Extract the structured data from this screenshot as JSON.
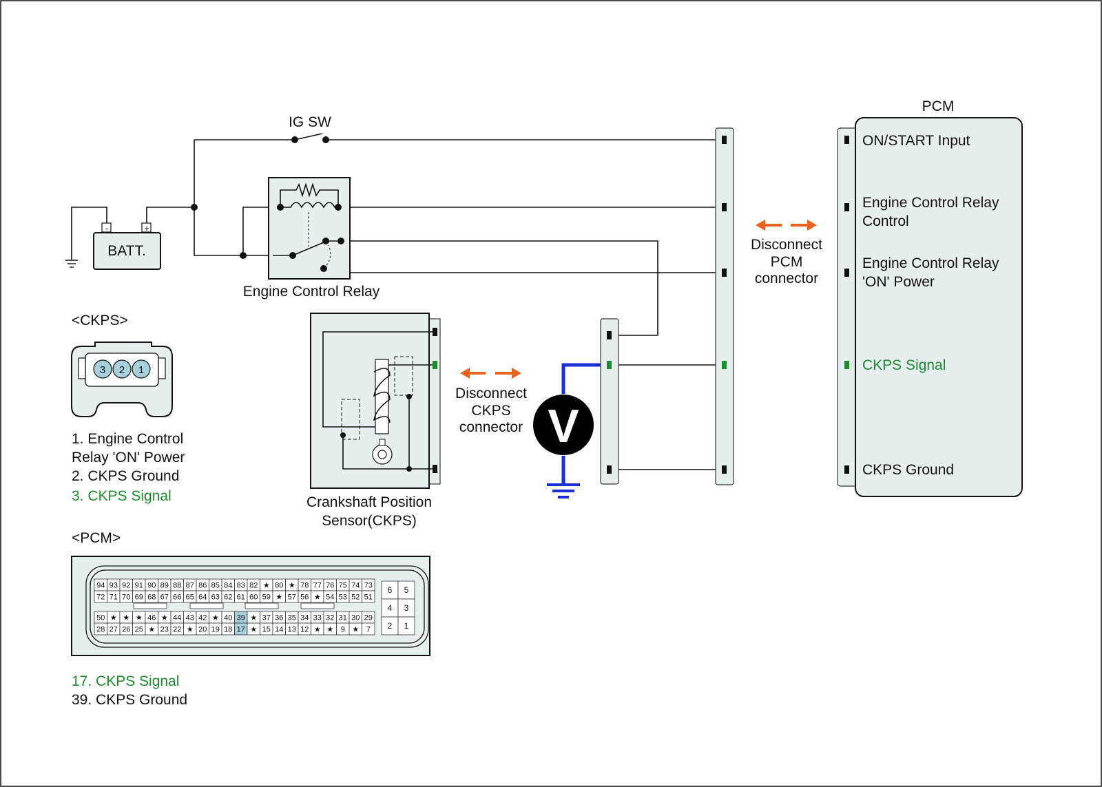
{
  "labels": {
    "ig_sw": "IG SW",
    "batt": "BATT.",
    "batt_minus": "-",
    "batt_plus": "+",
    "relay": "Engine Control Relay",
    "ckps_header": "<CKPS>",
    "ckps_legend": [
      "1. Engine Control",
      "Relay 'ON' Power",
      "2. CKPS Ground"
    ],
    "ckps_legend_signal": "3. CKPS Signal",
    "pcm_header": "<PCM>",
    "pcm_legend_signal": "17. CKPS Signal",
    "pcm_legend_ground": "39. CKPS Ground",
    "sensor_line1": "Crankshaft Position",
    "sensor_line2": "Sensor(CKPS)",
    "disc_ckps": [
      "Disconnect",
      "CKPS",
      "connector"
    ],
    "disc_pcm": [
      "Disconnect",
      "PCM",
      "connector"
    ],
    "pcm_title": "PCM",
    "pcm_on_start": "ON/START Input",
    "pcm_ecr_control": [
      "Engine Control Relay",
      "Control"
    ],
    "pcm_ecr_power": [
      "Engine Control Relay",
      "'ON' Power"
    ],
    "pcm_ckps_signal": "CKPS Signal",
    "pcm_ckps_ground": "CKPS Ground",
    "voltmeter": "V",
    "ckps_pins": [
      "3",
      "2",
      "1"
    ]
  },
  "pcm_connector": {
    "row1": [
      "94",
      "93",
      "92",
      "91",
      "90",
      "89",
      "88",
      "87",
      "86",
      "85",
      "84",
      "83",
      "82",
      "★",
      "80",
      "★",
      "78",
      "77",
      "76",
      "75",
      "74",
      "73"
    ],
    "row2": [
      "72",
      "71",
      "70",
      "69",
      "68",
      "67",
      "66",
      "65",
      "64",
      "63",
      "62",
      "61",
      "60",
      "59",
      "★",
      "57",
      "56",
      "★",
      "54",
      "53",
      "52",
      "51"
    ],
    "row3": [
      "50",
      "★",
      "★",
      "★",
      "46",
      "★",
      "44",
      "43",
      "42",
      "★",
      "40",
      "39",
      "★",
      "37",
      "36",
      "35",
      "34",
      "33",
      "32",
      "31",
      "30",
      "29"
    ],
    "row4": [
      "28",
      "27",
      "26",
      "25",
      "★",
      "23",
      "22",
      "★",
      "20",
      "19",
      "18",
      "17",
      "★",
      "15",
      "14",
      "13",
      "12",
      "★",
      "★",
      "9",
      "★",
      "7"
    ],
    "small": [
      [
        "6",
        "5"
      ],
      [
        "4",
        "3"
      ],
      [
        "2",
        "1"
      ]
    ],
    "highlight": [
      "39",
      "17"
    ]
  },
  "colors": {
    "signal_green": "#1e8c2e",
    "meter_blue": "#1a2fd6",
    "arrow_orange": "#e8641e",
    "highlight_blue": "#a8d0dc"
  }
}
